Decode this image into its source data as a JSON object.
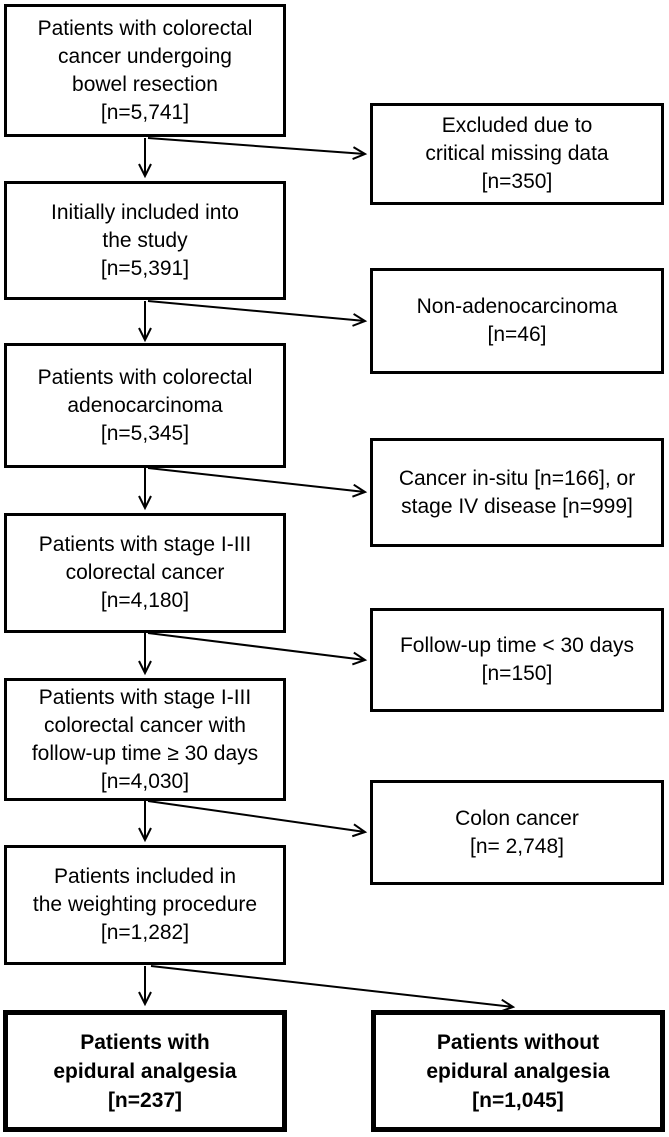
{
  "diagram": {
    "description": "Patient selection flowchart",
    "colors": {
      "background": "#ffffff",
      "box_border": "#000000",
      "text": "#000000",
      "arrow": "#000000"
    },
    "main_flow": [
      {
        "id": "bowel-resection",
        "n": 5741,
        "text": "Patients with colorectal\ncancer undergoing\nbowel resection\n[n=5,741]"
      },
      {
        "id": "initial-inclusion",
        "n": 5391,
        "text": "Initially included into\nthe study\n[n=5,391]"
      },
      {
        "id": "adenocarcinoma",
        "n": 5345,
        "text": "Patients with colorectal\nadenocarcinoma\n[n=5,345]"
      },
      {
        "id": "stage-i-iii",
        "n": 4180,
        "text": "Patients with stage I-III\ncolorectal cancer\n[n=4,180]"
      },
      {
        "id": "followup-ge-30",
        "n": 4030,
        "text": "Patients with stage I-III\ncolorectal cancer with\nfollow-up time ≥ 30 days\n[n=4,030]"
      },
      {
        "id": "weighting",
        "n": 1282,
        "text": "Patients included in\nthe weighting procedure\n[n=1,282]"
      }
    ],
    "exclusions": [
      {
        "id": "missing-data",
        "n": 350,
        "text": "Excluded due to\ncritical missing data\n[n=350]"
      },
      {
        "id": "non-adenocarcinoma",
        "n": 46,
        "text": "Non-adenocarcinoma\n[n=46]"
      },
      {
        "id": "insitu-stage-iv",
        "n_insitu": 166,
        "n_stage_iv": 999,
        "text": "Cancer in-situ [n=166], or\nstage IV disease [n=999]"
      },
      {
        "id": "followup-lt-30",
        "n": 150,
        "text": "Follow-up time < 30 days\n[n=150]"
      },
      {
        "id": "colon-cancer",
        "n": 2748,
        "text": "Colon cancer\n[n= 2,748]"
      }
    ],
    "outcomes": [
      {
        "id": "with-epidural",
        "n": 237,
        "text": "Patients with\nepidural analgesia\n[n=237]"
      },
      {
        "id": "without-epidural",
        "n": 1045,
        "text": "Patients without\nepidural analgesia\n[n=1,045]"
      }
    ]
  }
}
